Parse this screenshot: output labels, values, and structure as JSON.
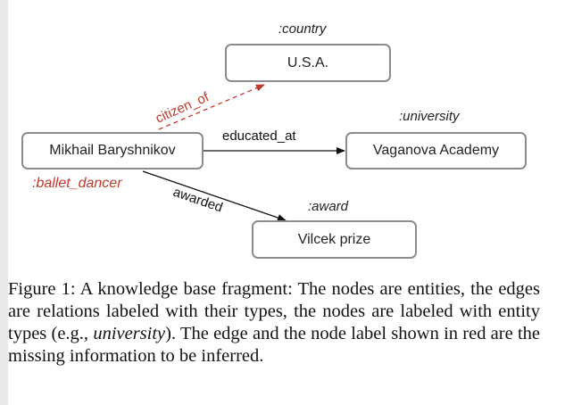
{
  "nodes": {
    "usa": "U.S.A.",
    "mikhail": "Mikhail Baryshnikov",
    "vaganova": "Vaganova Academy",
    "vilcek": "Vilcek prize"
  },
  "types": {
    "country": ":country",
    "university": ":university",
    "award": ":award",
    "ballet_dancer": ":ballet_dancer"
  },
  "edges": {
    "citizen_of": "citizen_of",
    "educated_at": "educated_at",
    "awarded": "awarded"
  },
  "colors": {
    "missing": "#c0392b",
    "node_border": "#8c8c8c"
  },
  "caption": {
    "part1": "Figure 1: A knowledge base fragment: The nodes are entities, the edges are relations labeled with their types, the nodes are labeled with entity types (e.g., ",
    "italic": "university",
    "part2": "). The edge and the node label shown in red are the missing information to be inferred."
  }
}
